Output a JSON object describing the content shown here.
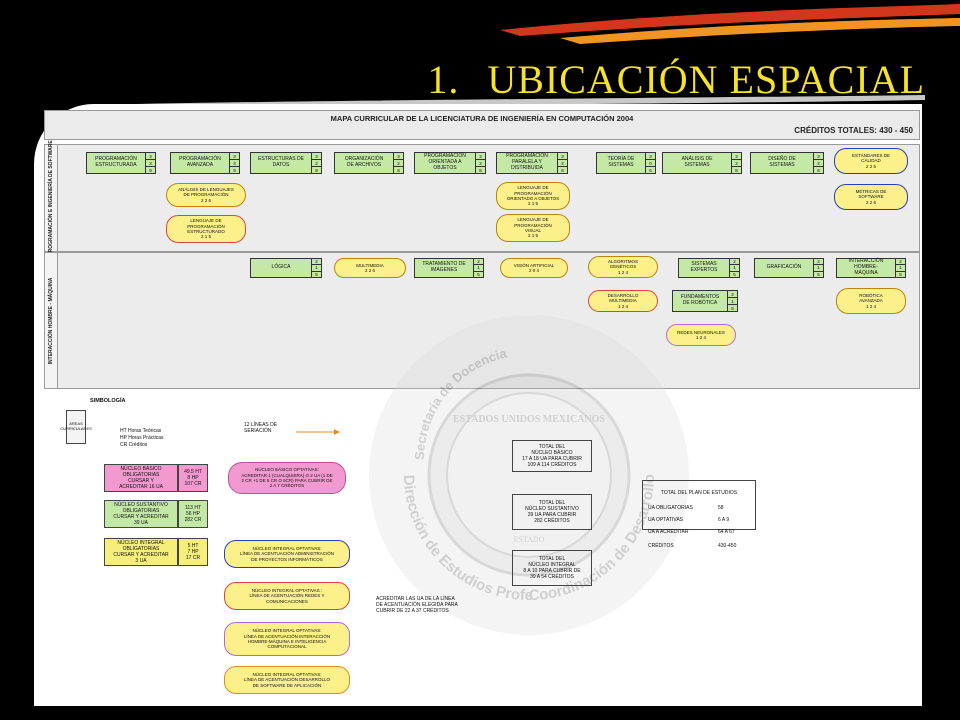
{
  "slide": {
    "number": "1.",
    "title": "UBICACIÓN ESPACIAL"
  },
  "colors": {
    "title": "#f5e22a",
    "core": "#c4e9a6",
    "basic": "#f29ad0",
    "optional": "#fbf08a",
    "integral": "#f5ee7a"
  },
  "header": {
    "title": "MAPA CURRICULAR DE LA LICENCIATURA DE INGENIERÍA EN COMPUTACIÓN 2004",
    "credits": "CRÉDITOS TOTALES: 430 - 450"
  },
  "bands": [
    {
      "label": "PROGRAMACIÓN E INGENIERÍA DE SOFTWARE"
    },
    {
      "label": "INTERACCIÓN HOMBRE - MÁQUINA"
    }
  ],
  "courses": [
    {
      "name": "PROGRAMACIÓN\nESTRUCTURADA",
      "ht": "3",
      "hp": "3",
      "cr": "9"
    },
    {
      "name": "PROGRAMACIÓN\nAVANZADA",
      "ht": "3",
      "hp": "3",
      "cr": "9"
    },
    {
      "name": "ESTRUCTURAS DE\nDATOS",
      "ht": "3",
      "hp": "2",
      "cr": "8"
    },
    {
      "name": "ORGANIZACIÓN\nDE ARCHIVOS",
      "ht": "3",
      "hp": "2",
      "cr": "8"
    },
    {
      "name": "PROGRAMACIÓN\nORIENTADA A\nOBJETOS",
      "ht": "3",
      "hp": "2",
      "cr": "8"
    },
    {
      "name": "PROGRAMACIÓN\nPARALELA Y\nDISTRIBUIDA",
      "ht": "3",
      "hp": "2",
      "cr": "8"
    },
    {
      "name": "TEORÍA DE\nSISTEMAS",
      "ht": "3",
      "hp": "0",
      "cr": "6"
    },
    {
      "name": "ANÁLISIS DE\nSISTEMAS",
      "ht": "3",
      "hp": "2",
      "cr": "8"
    },
    {
      "name": "DISEÑO DE\nSISTEMAS",
      "ht": "3",
      "hp": "2",
      "cr": "8"
    },
    {
      "name": "LÓGICA",
      "ht": "2",
      "hp": "1",
      "cr": "5"
    },
    {
      "name": "TRATAMIENTO DE\nIMÁGENES",
      "ht": "2",
      "hp": "1",
      "cr": "5"
    },
    {
      "name": "SISTEMAS\nEXPERTOS",
      "ht": "2",
      "hp": "1",
      "cr": "5"
    },
    {
      "name": "GRAFICACIÓN",
      "ht": "2",
      "hp": "1",
      "cr": "5"
    },
    {
      "name": "INTERACCIÓN\nHOMBRE-\nMÁQUINA",
      "ht": "2",
      "hp": "1",
      "cr": "5"
    },
    {
      "name": "FUNDAMENTOS\nDE ROBÓTICA",
      "ht": "2",
      "hp": "1",
      "cr": "5"
    }
  ],
  "optionals": [
    {
      "name": "ANÁLISIS DE LENGUAJES\nDE PROGRAMACIÓN\n2 2 6"
    },
    {
      "name": "LENGUAJE DE\nPROGRAMACIÓN\nESTRUCTURADO\n2 1 5"
    },
    {
      "name": "LENGUAJE DE\nPROGRAMACIÓN\nORIENTADO A OBJETOS\n2 1 5"
    },
    {
      "name": "LENGUAJE DE\nPROGRAMACIÓN\nVISUAL\n2 1 5"
    },
    {
      "name": "ESTÁNDARES DE\nCALIDAD\n2 2 6"
    },
    {
      "name": "MÉTRICAS DE\nSOFTWARE\n2 2 6"
    },
    {
      "name": "MULTIMEDIA\n2 2 6"
    },
    {
      "name": "VISIÓN ARTIFICIAL\n2 0 4"
    },
    {
      "name": "ALGORITMOS\nGENÉTICOS\n1 2 4"
    },
    {
      "name": "DESARROLLO\nMULTIMEDIA\n1 2 4"
    },
    {
      "name": "ROBÓTICA\nAVANZADA\n1 2 4"
    },
    {
      "name": "REDES NEURONALES\n1 2 4"
    }
  ],
  "symbology": {
    "title": "SIMBOLOGÍA",
    "areas": "ÁREAS\nCURRICULARES",
    "legend": [
      "HT        Horas Teóricas",
      "HP        Horas Prácticas",
      "CR        Créditos"
    ],
    "line_note": "12 LÍNEAS DE\nSERIACIÓN",
    "basic": {
      "name": "NÚCLEO BÁSICO\nOBLIGATORIAS\nCURSAR Y\nACREDITAR 16 UA",
      "values": "49.5 HT\n8 HP\n107 CR"
    },
    "basic_opt": "NÚCLEO BÁSICO OPTATIVAS:\nACREDITAR 1 (CUALQUIERA) O 2 UA (1 DE\n2 CR +1 DE 5 CR O 6CR) PARA CUBRIR DE\n2 A 7 CRÉDITOS",
    "sustantivo": {
      "name": "NÚCLEO SUSTANTIVO\nOBLIGATORIAS\nCURSAR Y ACREDITAR\n39 UA",
      "values": "113 HT\n56 HP\n282 CR"
    },
    "integral": {
      "name": "NÚCLEO INTEGRAL\nOBLIGATORIAS\nCURSAR Y ACREDITAR\n3 UA",
      "values": "5 HT\n7 HP\n17 CR"
    },
    "integral_opts": [
      "NÚCLEO INTEGRAL OPTATIVAS:\nLÍNEA DE ACENTUACIÓN ADMINISTRACIÓN\nDE PROYECTOS INFORMÁTICOS",
      "NÚCLEO INTEGRAL OPTATIVAS :\nLÍNEA DE ACENTUACIÓN  REDES Y\nCOMUNICACIONES",
      "NÚCLEO INTEGRAL OPTATIVAS:\nLÍNEA DE ACENTUACIÓN INTERACCIÓN\nHOMBRE-MÁQUINA E INTELIGENCIA\nCOMPUTACIONAL",
      "NÚCLEO INTEGRAL OPTATIVAS:\nLÍNEA DE ACENTUACIÓN DESARROLLO\nDE SOFTWARE DE APLICACIÓN"
    ],
    "accredit_note": "ACREDITAR LAS UA DE LA LÍNEA\nDE ACENTUACIÓN ELEGIDA PARA\nCUBRIR DE 22 A 37 CRÉDITOS",
    "total_basic": "TOTAL DEL\nNÚCLEO BÁSICO\n17 A 18 UA PARA CUBRIR\n109 A 114 CRÉDITOS",
    "total_sust": "TOTAL DEL\nNÚCLEO SUSTANTIVO\n39 UA PARA CUBRIR\n282 CRÉDITOS",
    "total_integral": "TOTAL DEL\nNÚCLEO INTEGRAL\n8 A 10 PARA CUBRIR DE\n39 A 54 CRÉDITOS",
    "plan": {
      "title": "TOTAL DEL PLAN DE ESTUDIOS",
      "rows": [
        {
          "label": "UA OBLIGATORIAS",
          "value": "58"
        },
        {
          "label": "UA OPTATIVAS",
          "value": "6  A  9"
        },
        {
          "label": "UA A ACREDITAR",
          "value": "64  A  67"
        },
        {
          "label": "CRÉDITOS",
          "value": "430-450"
        }
      ]
    }
  },
  "watermark": {
    "center": "ESTADOS UNIDOS MEXICANOS",
    "ring_left": "Dirección de Estudios Profesionales",
    "ring_right": "Coordinación de Desarrollo Curricular",
    "ring_top": "Secretaría de Docencia",
    "seal_bottom": "ESTADO"
  }
}
